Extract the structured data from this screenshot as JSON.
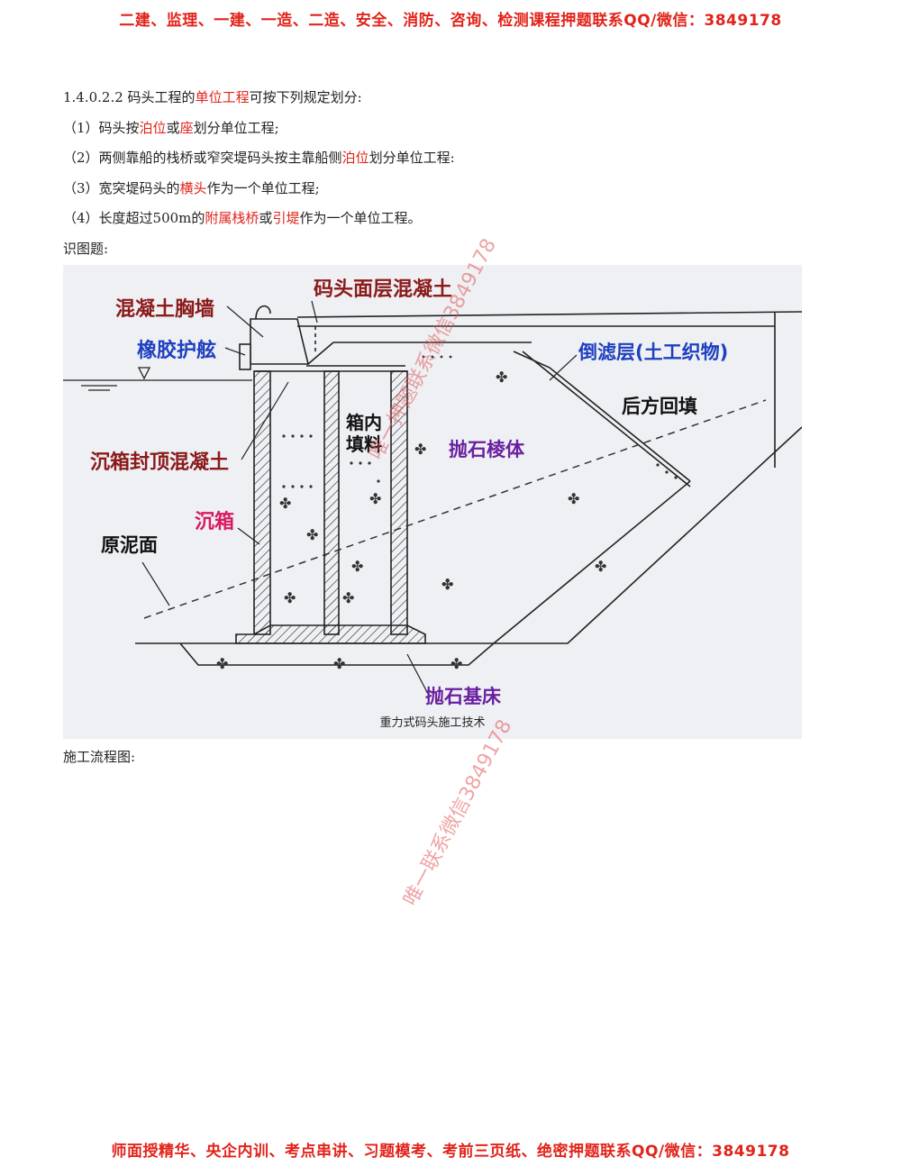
{
  "header": {
    "banner": "二建、监理、一建、一造、二造、安全、消防、咨询、检测课程押题联系QQ/微信：3849178"
  },
  "section": {
    "heading_parts": [
      {
        "text": "1.4.0.2.2 码头工程的",
        "hl": false
      },
      {
        "text": "单位工程",
        "hl": true
      },
      {
        "text": "可按下列规定划分:",
        "hl": false
      }
    ],
    "items": [
      [
        {
          "text": "（1）码头按",
          "hl": false
        },
        {
          "text": "泊位",
          "hl": true
        },
        {
          "text": "或",
          "hl": false
        },
        {
          "text": "座",
          "hl": true
        },
        {
          "text": "划分单位工程;",
          "hl": false
        }
      ],
      [
        {
          "text": "（2）两侧靠船的栈桥或窄突堤码头按主靠船侧",
          "hl": false
        },
        {
          "text": "泊位",
          "hl": true
        },
        {
          "text": "划分单位工程:",
          "hl": false
        }
      ],
      [
        {
          "text": "（3）宽突堤码头的",
          "hl": false
        },
        {
          "text": "横头",
          "hl": true
        },
        {
          "text": "作为一个单位工程;",
          "hl": false
        }
      ],
      [
        {
          "text": "（4）长度超过500m的",
          "hl": false
        },
        {
          "text": "附属栈桥",
          "hl": true
        },
        {
          "text": "或",
          "hl": false
        },
        {
          "text": "引堤",
          "hl": true
        },
        {
          "text": "作为一个单位工程。",
          "hl": false
        }
      ]
    ],
    "figure_intro": "识图题:"
  },
  "diagram": {
    "labels": {
      "breast_wall": "混凝土胸墙",
      "rubber_fender": "橡胶护舷",
      "surface_concrete": "码头面层混凝土",
      "inverted_filter": "倒滤层(土工织物)",
      "backfill": "后方回填",
      "box_fill_1": "箱内",
      "box_fill_2": "填料",
      "rubble_prism": "抛石棱体",
      "caisson_top_concrete": "沉箱封顶混凝土",
      "caisson": "沉箱",
      "original_mud": "原泥面",
      "rubble_bed": "抛石基床"
    },
    "caption": "重力式码头施工技术",
    "colors": {
      "dark_red": "#8b1a1a",
      "blue": "#1f3fbf",
      "purple": "#6a1fa0",
      "pink": "#d81b60",
      "black": "#111111"
    }
  },
  "flow": {
    "label": "施工流程图:"
  },
  "watermarks": {
    "mark1": "唯一押题联系微信3849178",
    "mark2": "唯一联系微信3849178"
  },
  "footer": {
    "banner": "师面授精华、央企内训、考点串讲、习题模考、考前三页纸、绝密押题联系QQ/微信：3849178"
  }
}
